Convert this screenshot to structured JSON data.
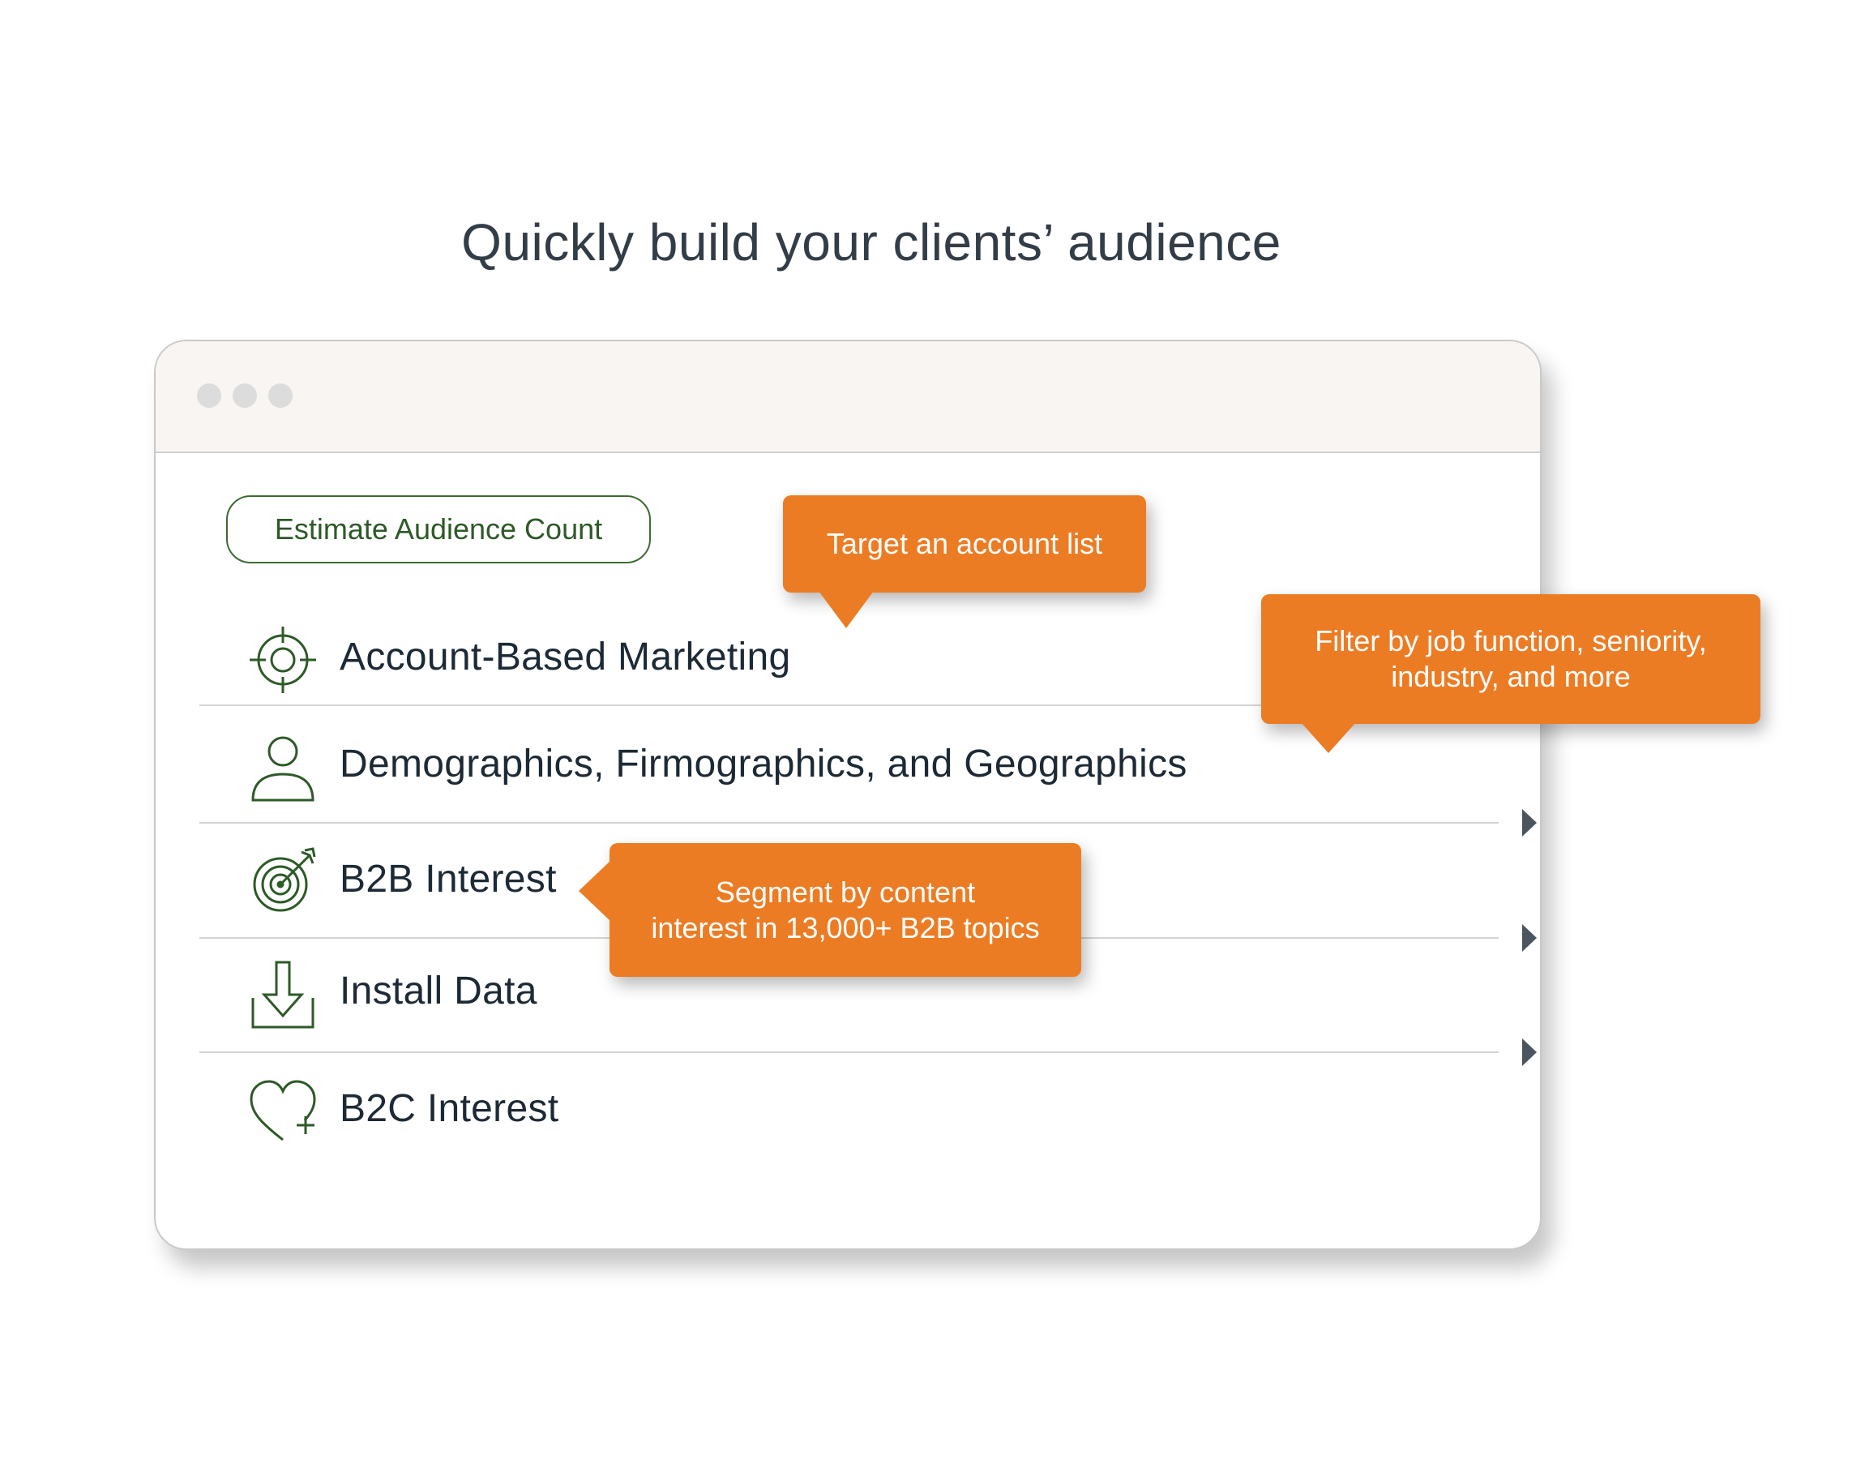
{
  "headline": "Quickly build your clients’ audience",
  "estimate_button": "Estimate Audience Count",
  "menu_items": [
    {
      "label": "Account-Based Marketing",
      "icon": "crosshair-icon"
    },
    {
      "label": "Demographics, Firmographics, and Geographics",
      "icon": "person-icon"
    },
    {
      "label": "B2B Interest",
      "icon": "target-arrow-icon"
    },
    {
      "label": "Install Data",
      "icon": "download-tray-icon"
    },
    {
      "label": "B2C Interest",
      "icon": "heart-sparkle-icon"
    }
  ],
  "callouts": {
    "account_list": "Target an account list",
    "filter": "Filter by job function, seniority,\nindustry, and more",
    "segment": "Segment by content\ninterest in 13,000+ B2B topics"
  },
  "colors": {
    "accent_orange": "#ec7c24",
    "icon_green": "#2d5a27",
    "text_dark": "#1d2a36",
    "headline": "#333d47"
  }
}
